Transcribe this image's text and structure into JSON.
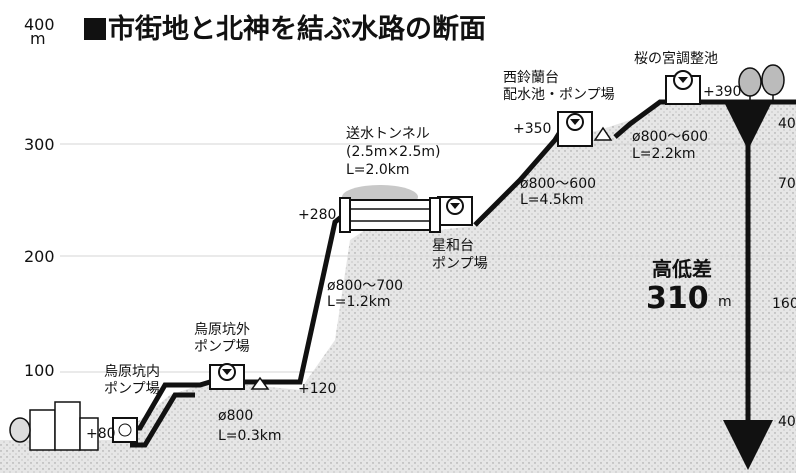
{
  "title": "市街地と北神を結ぶ水路の断面",
  "y_axis": {
    "unit_value": "400",
    "unit": "m",
    "ticks": [
      "300",
      "200",
      "100"
    ]
  },
  "stations": [
    {
      "name": "烏原坑内ポンプ場",
      "line1": "烏原坑内",
      "line2": "ポンプ場",
      "elevation": "+80"
    },
    {
      "name": "烏原坑外ポンプ場",
      "line1": "烏原坑外",
      "line2": "ポンプ場",
      "elevation": "+120"
    },
    {
      "name": "星和台ポンプ場",
      "line1": "星和台",
      "line2": "ポンプ場"
    },
    {
      "name": "西鈴蘭台配水池・ポンプ場",
      "line1": "西鈴蘭台",
      "line2": "配水池・ポンプ場",
      "elevation": "+350"
    },
    {
      "name": "桜の宮調整池",
      "line1": "桜の宮調整池",
      "elevation": "+390"
    }
  ],
  "tunnel": {
    "line1": "送水トンネル",
    "line2": "(2.5m×2.5m)",
    "line3": "L=2.0km",
    "elevation": "+280"
  },
  "pipes": [
    {
      "diameter": "ø800",
      "length": "L=0.3km"
    },
    {
      "diameter": "ø800～700",
      "length": "L=1.2km"
    },
    {
      "diameter": "ø800～600",
      "length": "L=4.5km"
    },
    {
      "diameter": "ø800～600",
      "length": "L=2.2km"
    }
  ],
  "height_difference": {
    "label": "高低差",
    "value": "310",
    "unit": "m"
  },
  "right_edge_numbers": [
    "40",
    "70",
    "160",
    "40"
  ]
}
